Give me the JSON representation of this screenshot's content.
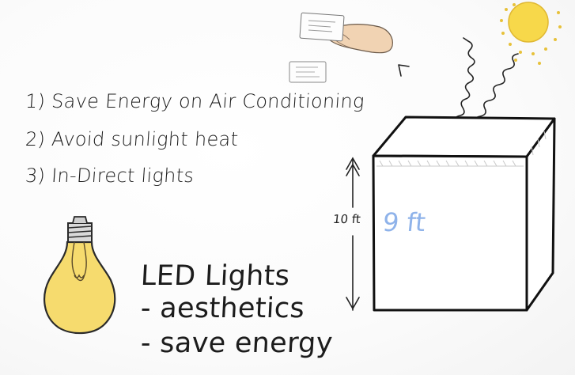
{
  "list": {
    "item1": "1) Save Energy on Air Conditioning",
    "item2": "2) Avoid sunlight heat",
    "item3": "3) In-Direct lights"
  },
  "led": {
    "title": "LED Lights",
    "bullet1": "- aesthetics",
    "bullet2": "- save energy"
  },
  "room": {
    "outer_height": "10 ft",
    "inner_height": "9 ft"
  },
  "colors": {
    "ink": "#1c1c1c",
    "bulb": "#f6db6e",
    "sun": "#f7d84a",
    "inner_label": "#8fb3ea"
  },
  "icons": [
    "hand-with-card-icon",
    "card-icon",
    "sun-icon",
    "light-bulb-icon"
  ]
}
